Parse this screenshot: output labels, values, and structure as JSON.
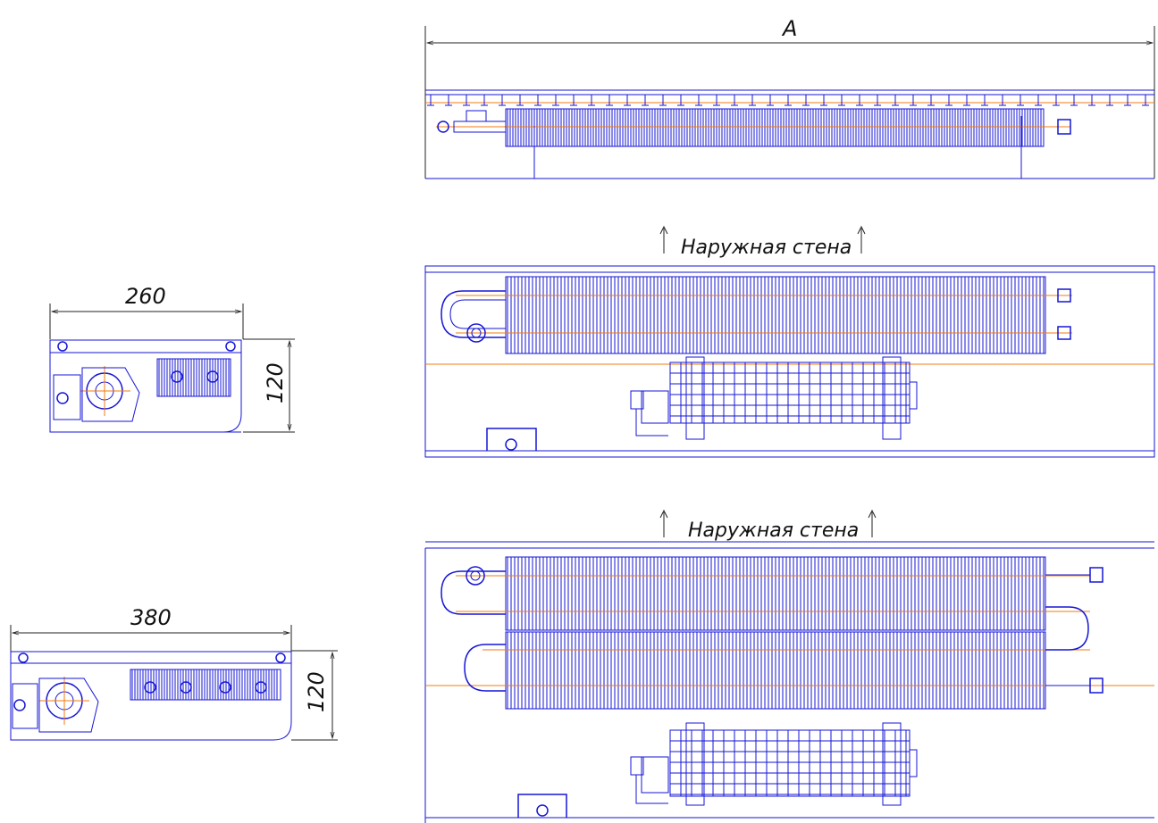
{
  "labels": {
    "top_dim": "A",
    "wall_1": "Нарyжная стена",
    "wall_2": "Нарyжная стена",
    "width_small": "260",
    "height_small": "120",
    "width_large": "380",
    "height_large": "120"
  },
  "colors": {
    "outline": "#1616d6",
    "centerline": "#f07b10",
    "dimension": "#222222"
  }
}
